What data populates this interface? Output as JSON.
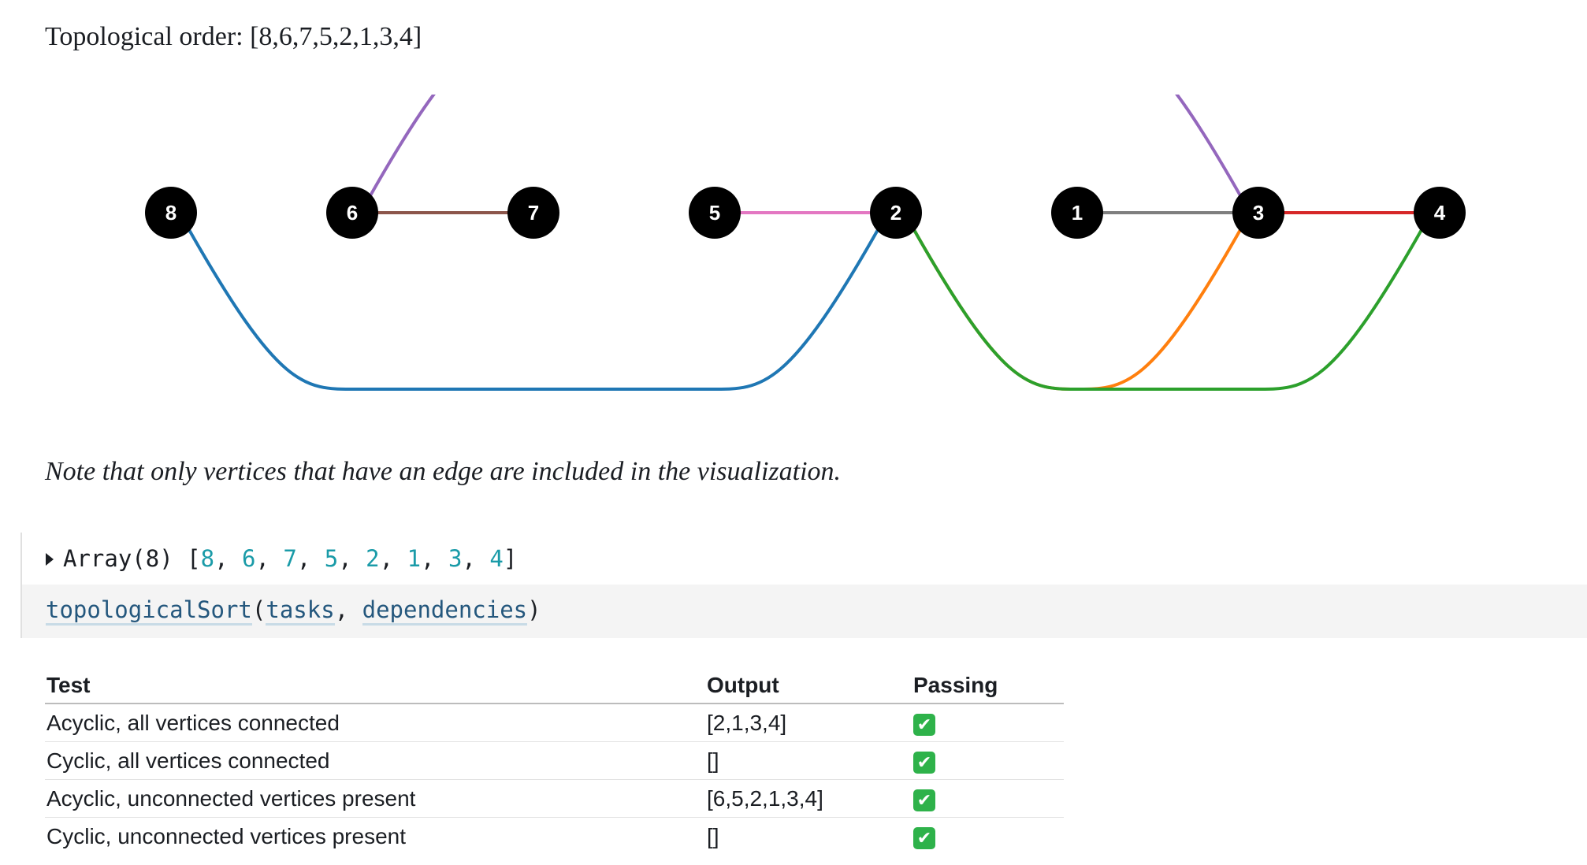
{
  "heading": "Topological order: [8,6,7,5,2,1,3,4]",
  "graph": {
    "nodes": [
      "8",
      "6",
      "7",
      "5",
      "2",
      "1",
      "3",
      "4"
    ],
    "edges": [
      {
        "from": "6",
        "to": "7",
        "color": "#8c564b",
        "shape": "straight"
      },
      {
        "from": "5",
        "to": "2",
        "color": "#e377c2",
        "shape": "straight"
      },
      {
        "from": "1",
        "to": "3",
        "color": "#7f7f7f",
        "shape": "straight"
      },
      {
        "from": "3",
        "to": "4",
        "color": "#d62728",
        "shape": "straight"
      },
      {
        "from": "6",
        "to": "3",
        "color": "#9467bd",
        "shape": "arc-above"
      },
      {
        "from": "8",
        "to": "2",
        "color": "#1f77b4",
        "shape": "arc-below"
      },
      {
        "from": "2",
        "to": "3",
        "color": "#ff7f0e",
        "shape": "arc-below"
      },
      {
        "from": "2",
        "to": "4",
        "color": "#2ca02c",
        "shape": "arc-below"
      }
    ],
    "node_color": "#000000",
    "label_color": "#ffffff"
  },
  "note": "Note that only vertices that have an edge are included in the visualization.",
  "output": {
    "prefix": "Array(8) [",
    "items": [
      "8",
      "6",
      "7",
      "5",
      "2",
      "1",
      "3",
      "4"
    ],
    "suffix": "]"
  },
  "code": {
    "fn": "topologicalSort",
    "args": [
      "tasks",
      "dependencies"
    ]
  },
  "table": {
    "headers": [
      "Test",
      "Output",
      "Passing"
    ],
    "rows": [
      {
        "test": "Acyclic, all vertices connected",
        "output": "[2,1,3,4]",
        "passing": "✔"
      },
      {
        "test": "Cyclic, all vertices connected",
        "output": "[]",
        "passing": "✔"
      },
      {
        "test": "Acyclic, unconnected vertices present",
        "output": "[6,5,2,1,3,4]",
        "passing": "✔"
      },
      {
        "test": "Cyclic, unconnected vertices present",
        "output": "[]",
        "passing": "✔"
      }
    ]
  }
}
